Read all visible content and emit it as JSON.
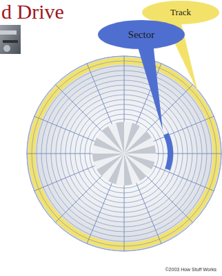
{
  "diagram": {
    "title": "d Drive",
    "nodes": [
      {
        "text": [
          "Track"
        ]
      },
      {
        "text": [
          "Sector"
        ]
      }
    ],
    "labels": [
      "©2003 How Stuff Works"
    ]
  }
}
